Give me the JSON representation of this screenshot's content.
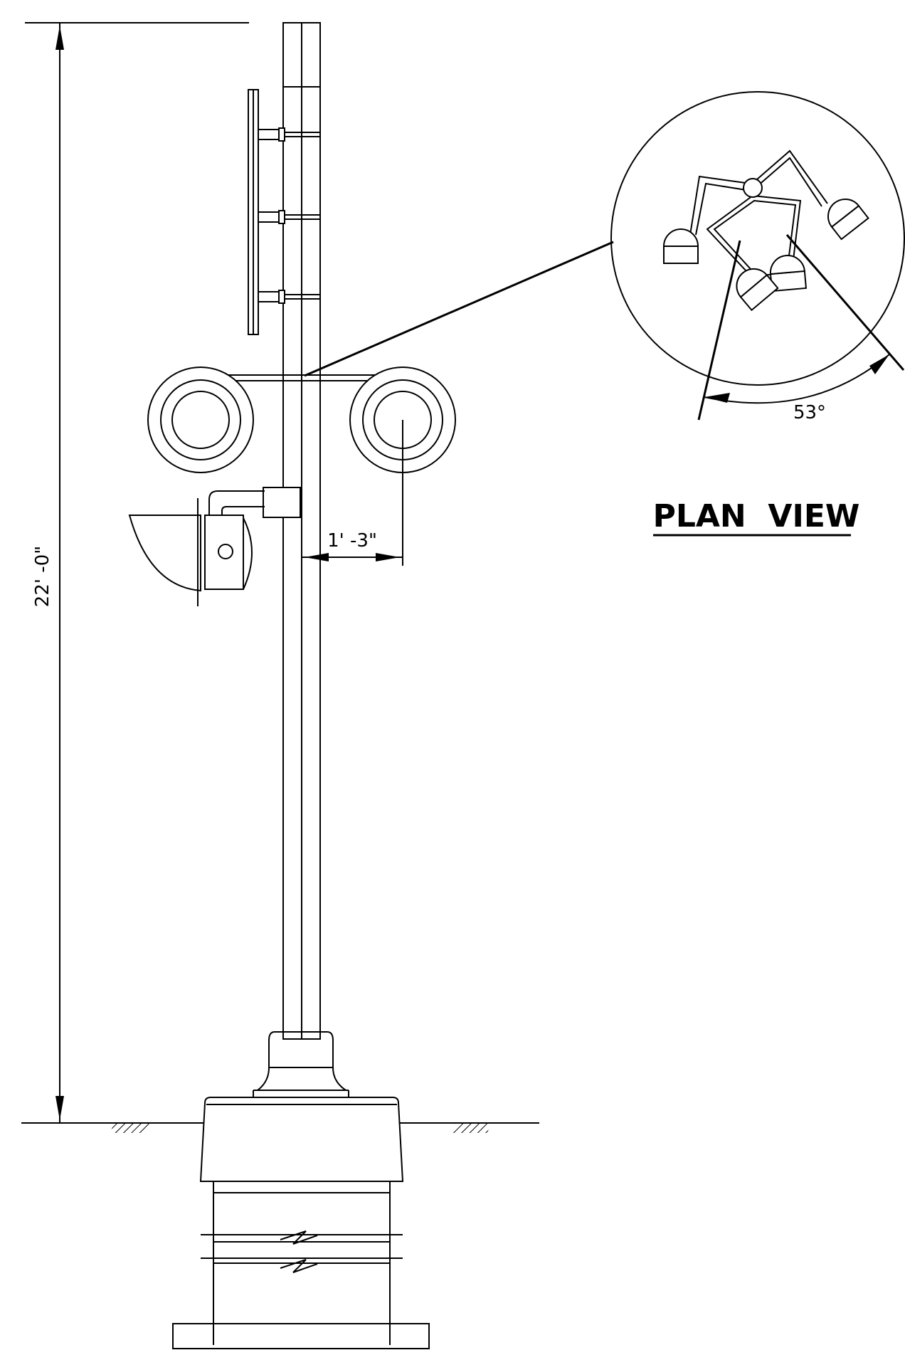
{
  "drawing": {
    "height_dimension": "22' -0\"",
    "offset_dimension": "1' -3\"",
    "angle_dimension": "53°",
    "view_title": "PLAN  VIEW"
  }
}
